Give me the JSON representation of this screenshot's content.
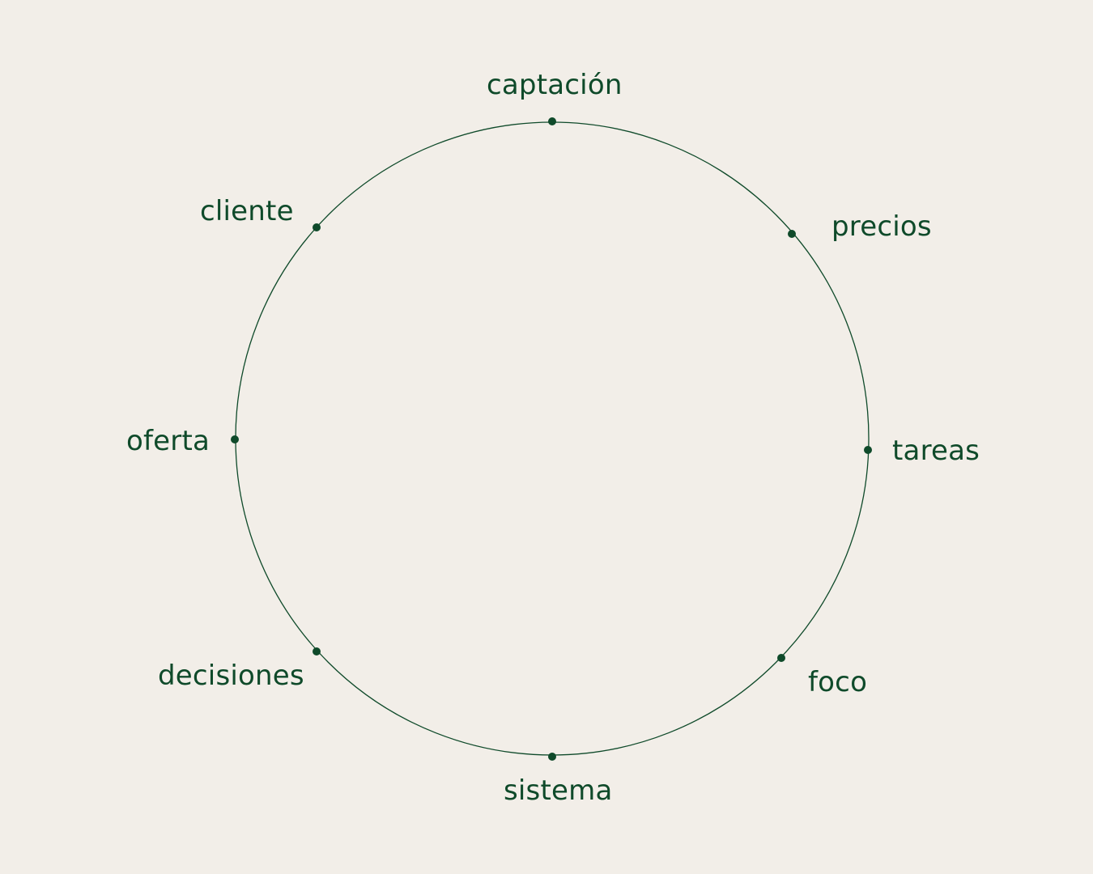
{
  "colors": {
    "background": "#f2eee8",
    "ink": "#0f4a2a"
  },
  "nodes": [
    {
      "id": "captacion",
      "label": "captación"
    },
    {
      "id": "precios",
      "label": "precios"
    },
    {
      "id": "tareas",
      "label": "tareas"
    },
    {
      "id": "foco",
      "label": "foco"
    },
    {
      "id": "sistema",
      "label": "sistema"
    },
    {
      "id": "decisiones",
      "label": "decisiones"
    },
    {
      "id": "oferta",
      "label": "oferta"
    },
    {
      "id": "cliente",
      "label": "cliente"
    }
  ]
}
